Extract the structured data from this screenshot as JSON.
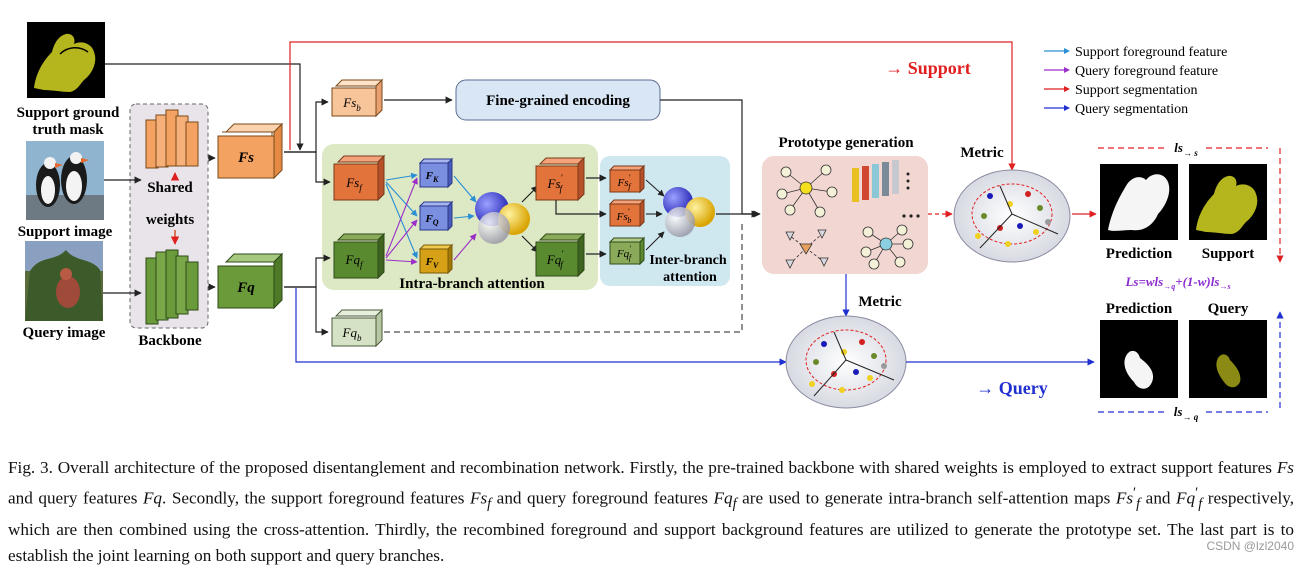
{
  "inputs": {
    "support_mask_label_1": "Support ground",
    "support_mask_label_2": "truth mask",
    "support_image_label": "Support image",
    "query_image_label": "Query image"
  },
  "backbone": {
    "shared_weights_1": "Shared",
    "shared_weights_2": "weights",
    "label": "Backbone"
  },
  "features": {
    "fs": "Fs",
    "fq": "Fq",
    "fs_b": "Fs",
    "fs_b_sub": "b",
    "fs_f": "Fs",
    "fs_f_sub": "f",
    "fq_f": "Fq",
    "fq_f_sub": "f",
    "fq_b": "Fq",
    "fq_b_sub": "b",
    "fk": "F",
    "fk_sub": "K",
    "fq_q": "F",
    "fq_q_sub": "Q",
    "fv": "F",
    "fv_sub": "V",
    "fs_f_prime": "Fs",
    "fs_f_prime_sub": "f",
    "fq_f_prime": "Fq",
    "fq_f_prime_sub": "f",
    "fs_f_prime2": "Fs",
    "fs_f_prime2_sub": "f",
    "fs_b_prime": "Fs",
    "fs_b_prime_sub": "b",
    "fq_f_prime2": "Fq",
    "fq_f_prime2_sub": "f",
    "prime": "′"
  },
  "modules": {
    "fine_grained": "Fine-grained encoding",
    "intra_branch": "Intra-branch attention",
    "inter_branch_1": "Inter-branch",
    "inter_branch_2": "attention",
    "prototype_generation": "Prototype generation",
    "metric_top": "Metric",
    "metric_bottom": "Metric"
  },
  "outputs": {
    "support_arrow": "→ Support",
    "query_arrow": "→ Query",
    "prediction_top": "Prediction",
    "support_label": "Support",
    "prediction_bottom": "Prediction",
    "query_label": "Query",
    "ls_s": "ls",
    "ls_s_sub": "→ s",
    "ls_q": "ls",
    "ls_q_sub": "→ q",
    "loss_formula_1": "Ls=wls",
    "loss_formula_sub1": "→q",
    "loss_formula_2": "+(1-w)ls",
    "loss_formula_sub2": "→s"
  },
  "legend": [
    {
      "label": "Support foreground feature",
      "color": "#2a8fd4"
    },
    {
      "label": "Query foreground feature",
      "color": "#9b2fc9"
    },
    {
      "label": "Support segmentation",
      "color": "#e02020"
    },
    {
      "label": "Query segmentation",
      "color": "#2030d0"
    }
  ],
  "caption": {
    "p1": "Fig. 3.  Overall architecture of the proposed disentanglement and recombination network. Firstly, the pre-trained backbone with shared weights is employed to extract support features ",
    "fs": "Fs",
    "p2": " and query features ",
    "fq": "Fq",
    "p3": ". Secondly, the support foreground features ",
    "fsf": "Fs",
    "fsf_sub": "f",
    "p4": " and query foreground features ",
    "fqf": "Fq",
    "fqf_sub": "f",
    "p5": " are used to generate intra-branch self-attention maps ",
    "fsf2": "Fs",
    "fsf2_sub": "f",
    "p6": " and ",
    "fqf2": "Fq",
    "fqf2_sub": "f",
    "p7": " respectively, which are then combined using the cross-attention. Thirdly, the recombined foreground and support background features are utilized to generate the prototype set. The last part is to establish the joint learning on both support and query branches."
  },
  "watermark": "CSDN @lzl2040",
  "colors": {
    "support_orange": "#f4a261",
    "query_green": "#6a9a3a",
    "intra_bg": "#dde8c4",
    "inter_bg": "#cfe8f0",
    "proto_bg": "#f2d6d2",
    "red": "#e02020",
    "blue": "#2030d0"
  }
}
